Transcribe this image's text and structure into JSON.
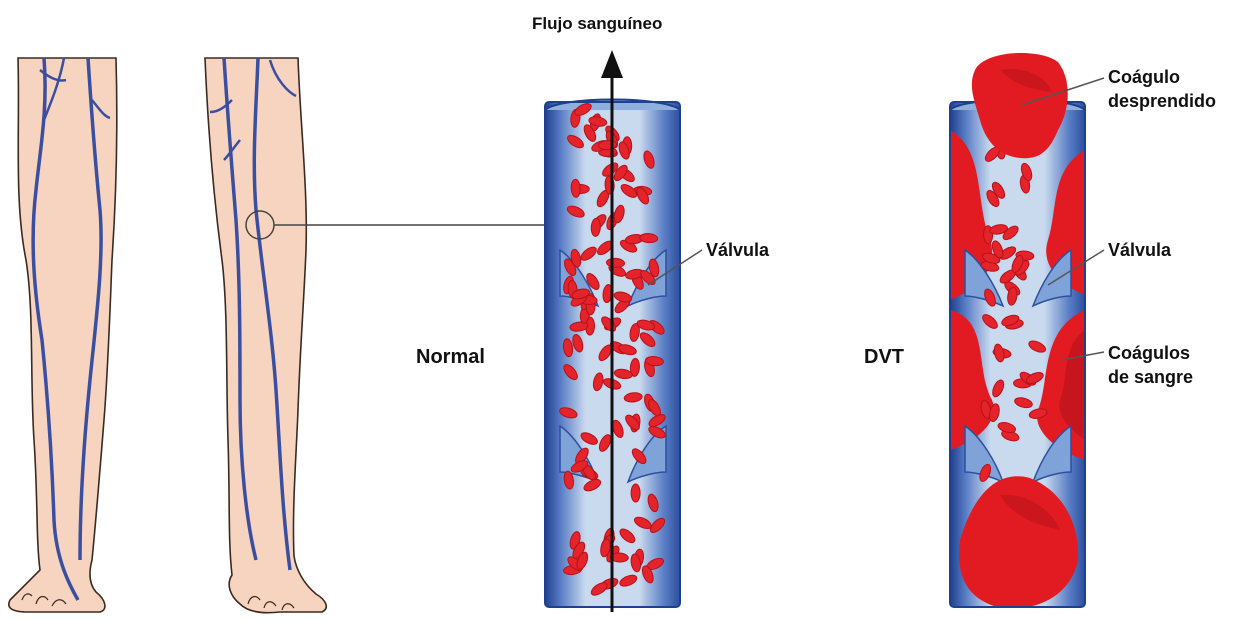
{
  "labels": {
    "flow": "Flujo sanguíneo",
    "normal": "Normal",
    "dvt": "DVT",
    "valve_normal": "Válvula",
    "valve_dvt": "Válvula",
    "detached_clot_line1": "Coágulo",
    "detached_clot_line2": "desprendido",
    "blood_clots_line1": "Coágulos",
    "blood_clots_line2": "de sangre"
  },
  "colors": {
    "skin": "#f7d4c0",
    "skin_outline": "#3a2a22",
    "vein": "#3a4fa0",
    "vein_wall_dark": "#1f3f8f",
    "vein_wall_mid": "#5b7fc6",
    "vein_lumen": "#c9d9ee",
    "valve": "#8fb0dc",
    "rbc": "#e4232b",
    "rbc_dark": "#b5121a",
    "clot": "#e21b23",
    "arrow": "#111111"
  },
  "icons": {
    "leg_left": "left-leg-icon",
    "leg_right": "right-leg-icon",
    "magnifier": "zoom-circle-icon"
  }
}
